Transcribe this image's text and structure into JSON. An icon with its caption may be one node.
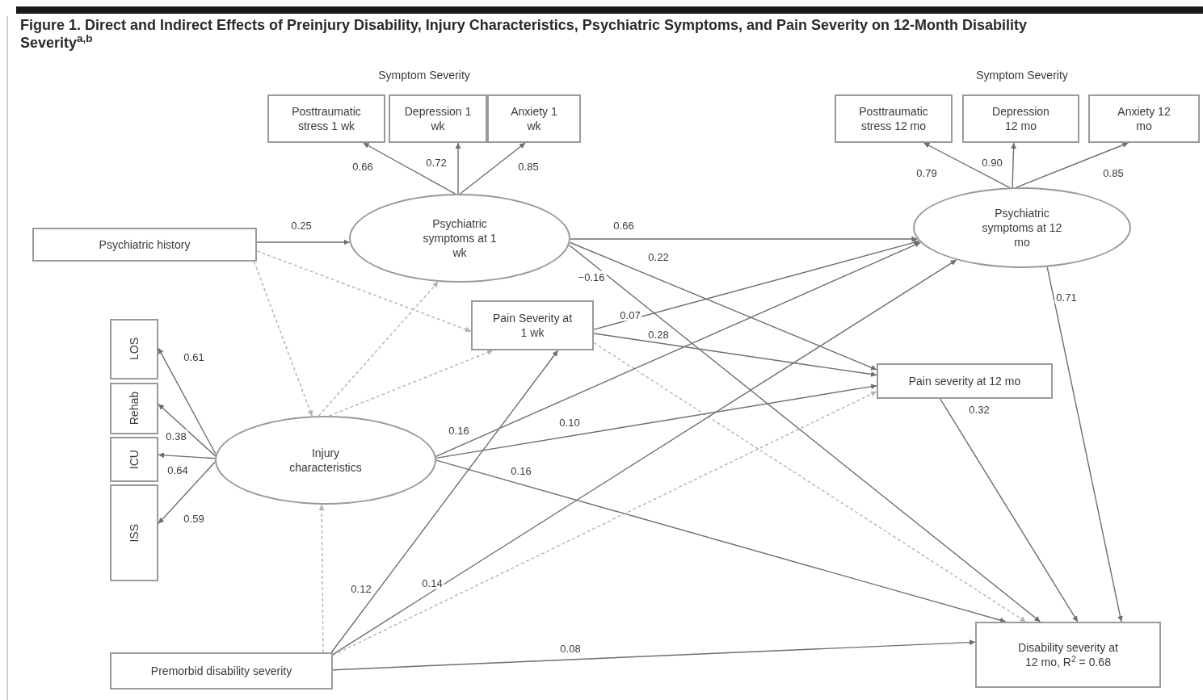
{
  "diagram": {
    "title": "Figure 1. Direct and Indirect Effects of Preinjury Disability, Injury Characteristics, Psychiatric Symptoms, and Pain Severity on 12-Month Disability Severity$^{a,b}$",
    "nodes": [
      {
        "text": [
          "Posttraumatic stress 1 wk"
        ]
      },
      {
        "text": [
          "Depression 1 wk"
        ]
      },
      {
        "text": [
          "Anxiety 1 wk"
        ]
      },
      {
        "text": [
          "Posttraumatic stress 12 mo"
        ]
      },
      {
        "text": [
          "Depression 12 mo"
        ]
      },
      {
        "text": [
          "Anxiety 12 mo"
        ]
      },
      {
        "text": [
          "Psychiatric history"
        ]
      },
      {
        "text": [
          "Psychiatric symptoms at 1 wk"
        ]
      },
      {
        "text": [
          "Psychiatric symptoms at 12 mo"
        ]
      },
      {
        "text": [
          "Pain Severity at 1 wk"
        ]
      },
      {
        "text": [
          "LOS"
        ]
      },
      {
        "text": [
          "Rehab"
        ]
      },
      {
        "text": [
          "ICU"
        ]
      },
      {
        "text": [
          "ISS"
        ]
      },
      {
        "text": [
          "Injury characteristics"
        ]
      },
      {
        "text": [
          "Pain severity at 12 mo"
        ]
      },
      {
        "text": [
          "Premorbid disability severity"
        ]
      },
      {
        "text": [
          "Disability severity at 12 mo, R$^{2}$ = 0.68"
        ]
      }
    ],
    "edges": [
      {
        "from": 7,
        "to": 0,
        "arrow": "to",
        "label": "0.66"
      },
      {
        "from": 7,
        "to": 1,
        "arrow": "to",
        "label": "0.72"
      },
      {
        "from": 7,
        "to": 2,
        "arrow": "to",
        "label": "0.85"
      },
      {
        "from": 8,
        "to": 3,
        "arrow": "to",
        "label": "0.79"
      },
      {
        "from": 8,
        "to": 4,
        "arrow": "to",
        "label": "0.90"
      },
      {
        "from": 8,
        "to": 5,
        "arrow": "to",
        "label": "0.85"
      },
      {
        "from": 6,
        "to": 7,
        "arrow": "to",
        "label": "0.25"
      },
      {
        "from": 6,
        "to": 9,
        "arrow": "to",
        "style": "dashed",
        "color": "#b3b3b3"
      },
      {
        "from": 6,
        "to": 14,
        "arrow": "to",
        "style": "dashed",
        "color": "#b3b3b3"
      },
      {
        "from": 14,
        "to": 7,
        "arrow": "to",
        "style": "dashed",
        "color": "#b3b3b3"
      },
      {
        "from": 14,
        "to": 9,
        "arrow": "to",
        "style": "dashed",
        "color": "#b3b3b3"
      },
      {
        "from": 7,
        "to": 8,
        "arrow": "to",
        "label": "0.66"
      },
      {
        "from": 7,
        "to": 15,
        "arrow": "to",
        "label": "0.22"
      },
      {
        "from": 7,
        "to": 17,
        "arrow": "to",
        "label": "−0.16"
      },
      {
        "from": 9,
        "to": 8,
        "arrow": "to",
        "label": "0.07"
      },
      {
        "from": 9,
        "to": 15,
        "arrow": "to",
        "label": "0.28"
      },
      {
        "from": 9,
        "to": 17,
        "arrow": "to",
        "style": "dashed",
        "color": "#b3b3b3"
      },
      {
        "from": 14,
        "to": 10,
        "arrow": "to",
        "label": "0.61"
      },
      {
        "from": 14,
        "to": 11,
        "arrow": "to",
        "label": "0.38"
      },
      {
        "from": 14,
        "to": 12,
        "arrow": "to",
        "label": "0.64"
      },
      {
        "from": 14,
        "to": 13,
        "arrow": "to",
        "label": "0.59"
      },
      {
        "from": 14,
        "to": 8,
        "arrow": "to",
        "label": "0.16"
      },
      {
        "from": 14,
        "to": 15,
        "arrow": "to",
        "label": "0.10"
      },
      {
        "from": 14,
        "to": 17,
        "arrow": "to",
        "label": "0.16"
      },
      {
        "from": 16,
        "to": 14,
        "arrow": "to",
        "style": "dashed",
        "color": "#b3b3b3"
      },
      {
        "from": 16,
        "to": 9,
        "arrow": "to",
        "label": "0.12"
      },
      {
        "from": 16,
        "to": 8,
        "arrow": "to",
        "label": "0.14"
      },
      {
        "from": 16,
        "to": 15,
        "arrow": "to",
        "style": "dashed",
        "color": "#b3b3b3"
      },
      {
        "from": 16,
        "to": 17,
        "arrow": "to",
        "label": "0.08"
      },
      {
        "from": 8,
        "to": 17,
        "arrow": "to",
        "label": "0.71"
      },
      {
        "from": 15,
        "to": 17,
        "arrow": "to",
        "label": "0.32"
      }
    ],
    "labels": [
      "Symptom Severity",
      "Symptom Severity"
    ]
  }
}
